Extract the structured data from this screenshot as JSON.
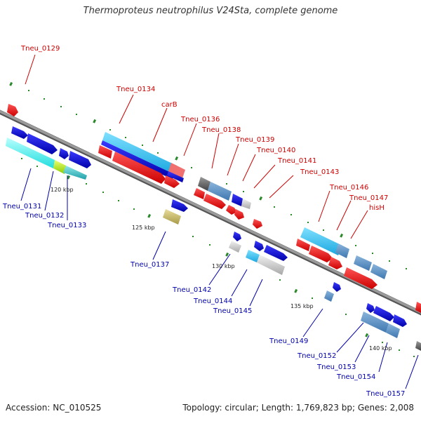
{
  "title": "Thermoproteus neutrophilus V24Sta, complete genome",
  "footer": {
    "accession": "Accession: NC_010525",
    "summary": "Topology: circular; Length: 1,769,823 bp; Genes: 2,008"
  },
  "colors": {
    "top_label": "#cc0000",
    "bottom_label": "#0000aa",
    "tick": "#2a8a2a",
    "backbone": "#888888"
  },
  "top_labels": [
    {
      "id": "tneu_0129",
      "text": "Tneu_0129"
    },
    {
      "id": "tneu_0134",
      "text": "Tneu_0134"
    },
    {
      "id": "carb",
      "text": "carB"
    },
    {
      "id": "tneu_0136",
      "text": "Tneu_0136"
    },
    {
      "id": "tneu_0138",
      "text": "Tneu_0138"
    },
    {
      "id": "tneu_0139",
      "text": "Tneu_0139"
    },
    {
      "id": "tneu_0140",
      "text": "Tneu_0140"
    },
    {
      "id": "tneu_0141",
      "text": "Tneu_0141"
    },
    {
      "id": "tneu_0143",
      "text": "Tneu_0143"
    },
    {
      "id": "tneu_0146",
      "text": "Tneu_0146"
    },
    {
      "id": "tneu_0147",
      "text": "Tneu_0147"
    },
    {
      "id": "hish",
      "text": "hisH"
    }
  ],
  "bottom_labels": [
    {
      "id": "tneu_0131",
      "text": "Tneu_0131"
    },
    {
      "id": "tneu_0132",
      "text": "Tneu_0132"
    },
    {
      "id": "tneu_0133",
      "text": "Tneu_0133"
    },
    {
      "id": "tneu_0137",
      "text": "Tneu_0137"
    },
    {
      "id": "tneu_0142",
      "text": "Tneu_0142"
    },
    {
      "id": "tneu_0144",
      "text": "Tneu_0144"
    },
    {
      "id": "tneu_0145",
      "text": "Tneu_0145"
    },
    {
      "id": "tneu_0149",
      "text": "Tneu_0149"
    },
    {
      "id": "tneu_0152",
      "text": "Tneu_0152"
    },
    {
      "id": "tneu_0153",
      "text": "Tneu_0153"
    },
    {
      "id": "tneu_0154",
      "text": "Tneu_0154"
    },
    {
      "id": "tneu_0157",
      "text": "Tneu_0157"
    }
  ],
  "kbp_labels": [
    {
      "id": "kbp_120",
      "text": "120 kbp"
    },
    {
      "id": "kbp_125",
      "text": "125 kbp"
    },
    {
      "id": "kbp_130",
      "text": "130 kbp"
    },
    {
      "id": "kbp_135",
      "text": "135 kbp"
    },
    {
      "id": "kbp_140",
      "text": "140 kbp"
    }
  ]
}
